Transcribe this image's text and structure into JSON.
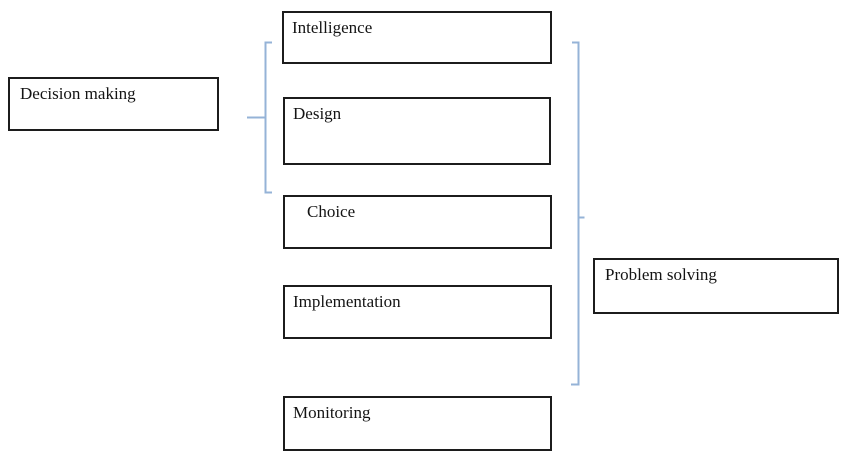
{
  "diagram": {
    "title_hint": "Decision making and problem solving phases",
    "boxes": {
      "intelligence": {
        "label": "Intelligence"
      },
      "design": {
        "label": "Design"
      },
      "choice": {
        "label": "Choice"
      },
      "implementation": {
        "label": "Implementation"
      },
      "monitoring": {
        "label": "Monitoring"
      },
      "decision_making": {
        "label": "Decision making"
      },
      "problem_solving": {
        "label": "Problem solving"
      }
    },
    "brackets": {
      "decision_making_scope": [
        "Intelligence",
        "Design",
        "Choice"
      ],
      "problem_solving_scope": [
        "Intelligence",
        "Design",
        "Choice",
        "Implementation"
      ]
    },
    "colors": {
      "background": "#ffffff",
      "box_border": "#1c1c1c",
      "text": "#141414",
      "bracket": "#95b3d7"
    }
  }
}
